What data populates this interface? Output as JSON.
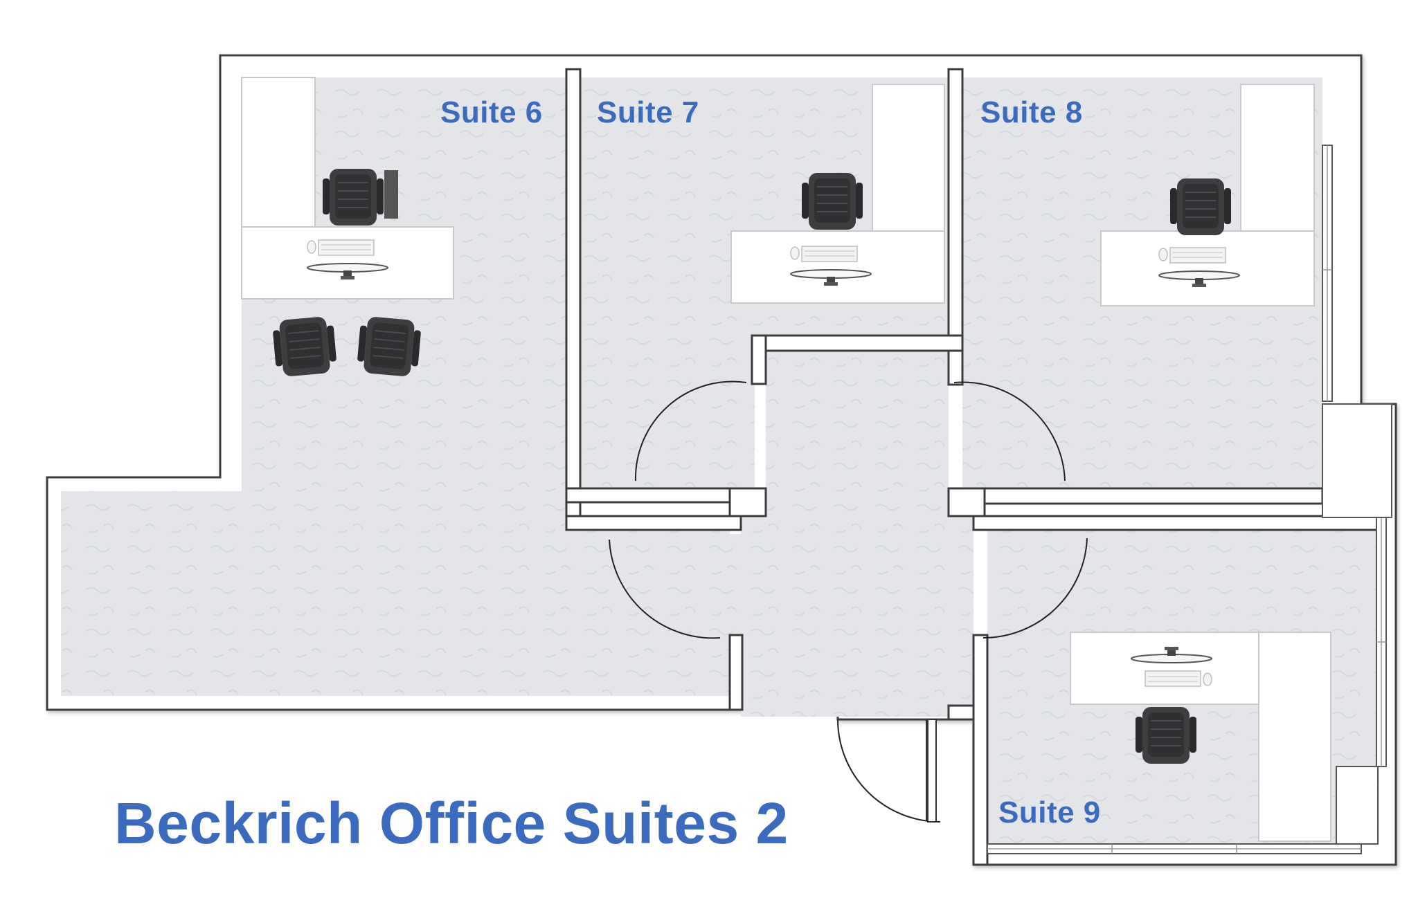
{
  "title": "Beckrich Office Suites 2",
  "colors": {
    "label": "#3a6bbf",
    "floor": "#e2e4e8",
    "wall": "#ffffff",
    "wall_edge": "#3c3c3c",
    "chair": "#3a3b3d"
  },
  "suites": [
    {
      "id": "suite-6",
      "label": "Suite 6"
    },
    {
      "id": "suite-7",
      "label": "Suite 7"
    },
    {
      "id": "suite-8",
      "label": "Suite 8"
    },
    {
      "id": "suite-9",
      "label": "Suite 9"
    }
  ]
}
